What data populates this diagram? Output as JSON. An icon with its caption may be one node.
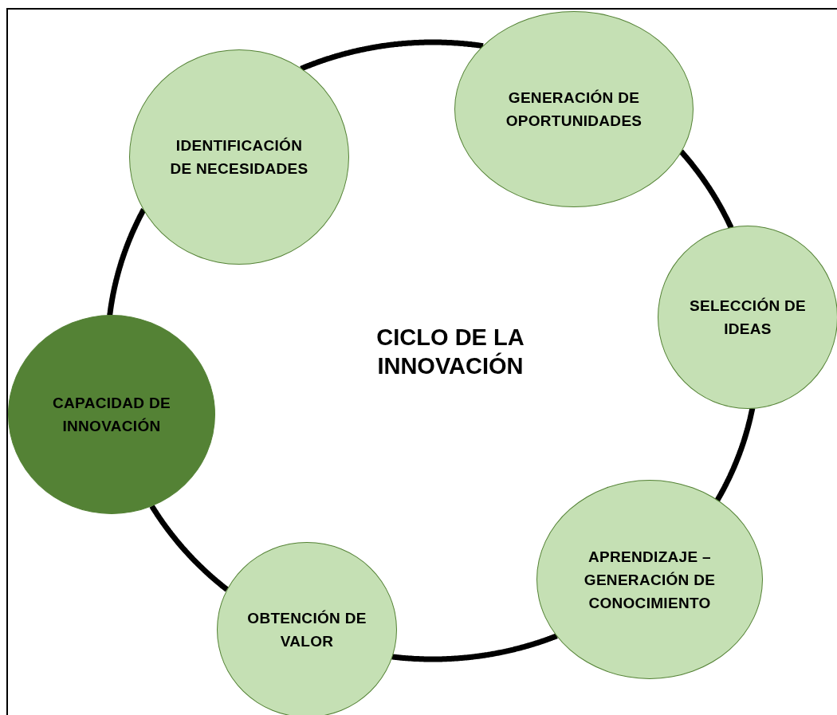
{
  "diagram": {
    "title": "CICLO DE LA INNOVACIÓN",
    "nodes": [
      {
        "text": [
          "IDENTIFICACIÓN DE NECESIDADES"
        ]
      },
      {
        "text": [
          "GENERACIÓN DE OPORTUNIDADES"
        ]
      },
      {
        "text": [
          "SELECCIÓN DE IDEAS"
        ]
      },
      {
        "text": [
          "APRENDIZAJE – GENERACIÓN DE CONOCIMIENTO"
        ]
      },
      {
        "text": [
          "OBTENCIÓN DE VALOR"
        ]
      },
      {
        "text": [
          "CAPACIDAD DE INNOVACIÓN"
        ]
      }
    ],
    "edges": [
      {
        "from": 0,
        "to": 1,
        "arrow": "none"
      },
      {
        "from": 1,
        "to": 2,
        "arrow": "none"
      },
      {
        "from": 2,
        "to": 3,
        "arrow": "none"
      },
      {
        "from": 3,
        "to": 4,
        "arrow": "none"
      },
      {
        "from": 4,
        "to": 5,
        "arrow": "none"
      },
      {
        "from": 5,
        "to": 0,
        "arrow": "none"
      }
    ]
  }
}
